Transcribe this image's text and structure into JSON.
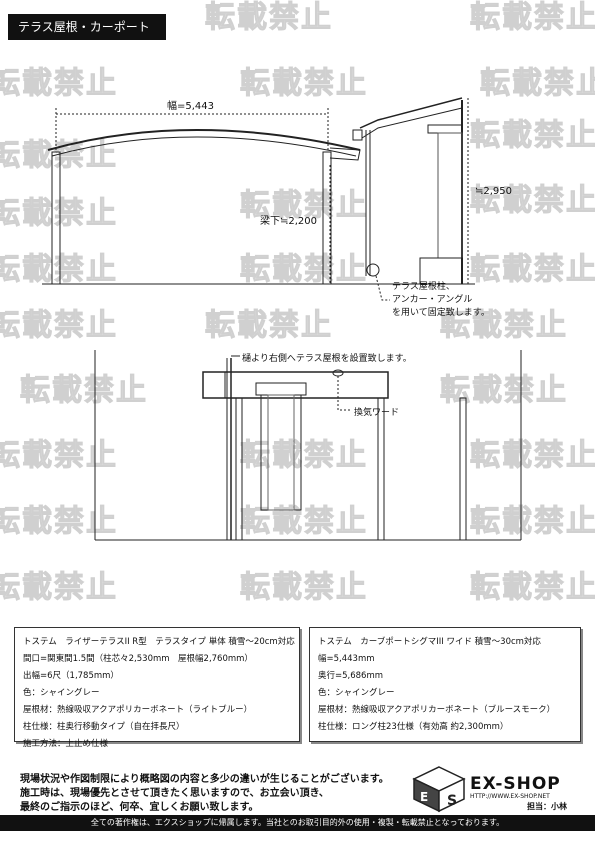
{
  "header": {
    "title": "テラス屋根・カーポート"
  },
  "watermark": {
    "text": "転載禁止"
  },
  "elevation": {
    "width_label": "幅=5,443",
    "height_label": "≒2,950",
    "beam_label": "梁下≒2,200",
    "note_lines": [
      "テラス屋根柱、",
      "アンカー・アングル",
      "を用いて固定致します。"
    ]
  },
  "plan": {
    "note": "樋より右側へテラス屋根を設置致します。",
    "vent_label": "換気ワード"
  },
  "spec_left": {
    "lines": [
      "トステム　ライザーテラスII R型　テラスタイプ 単体 積雪～20cm対応",
      "間口=関東間1.5間（柱芯々2,530mm　屋根幅2,760mm）",
      "出幅=6尺（1,785mm）",
      "色：シャイングレー",
      "屋根材：熱線吸収アクアポリカーボネート（ライトブルー）",
      "柱仕様：柱奥行移動タイプ（自在拝長尺）",
      "施工方法：上止め仕様"
    ]
  },
  "spec_right": {
    "lines": [
      "トステム　カーブポートシグマIII ワイド 積雪～30cm対応",
      "幅=5,443mm",
      "奥行=5,686mm",
      "色：シャイングレー",
      "屋根材：熱線吸収アクアポリカーボネート（ブルースモーク）",
      "柱仕様：ロング柱23仕様（有効高 約2,300mm）"
    ]
  },
  "footer": {
    "notes": [
      "現場状況や作図制限により概略図の内容と多少の違いが生じることがございます。",
      "施工時は、現場優先とさせて頂きたく思いますので、お立会い頂き、",
      "最終のご指示のほど、何卒、宜しくお願い致します。"
    ],
    "logo_text": "EX-SHOP",
    "logo_url": "HTTP://WWW.EX-SHOP.NET",
    "person": "担当：小林",
    "copyright": "全ての著作権は、エクスショップに帰属します。当社とのお取引目的外の使用・複製・転載禁止となっております。"
  }
}
